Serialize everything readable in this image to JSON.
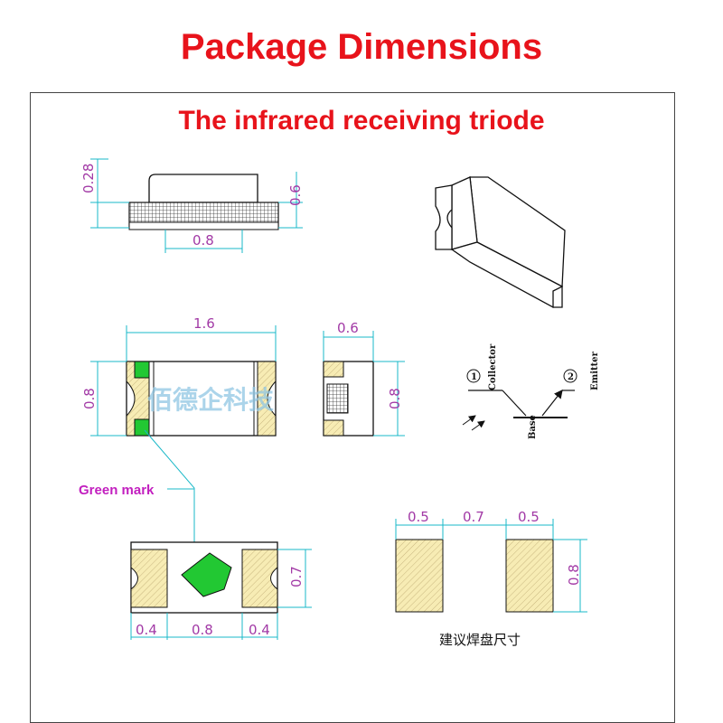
{
  "header": {
    "title": "Package Dimensions",
    "subtitle": "The infrared receiving triode"
  },
  "side_view": {
    "dim_height_top": "0.28",
    "dim_height_total": "0.6",
    "dim_bottom_pad": "0.8"
  },
  "top_view": {
    "dim_length": "1.6",
    "dim_width": "0.8",
    "watermark": "佰德企科技"
  },
  "end_view": {
    "dim_width": "0.6",
    "dim_height": "0.8"
  },
  "schematic": {
    "pin1_number": "1",
    "pin1_label": "Collector",
    "pin2_number": "2",
    "pin2_label": "Emitter",
    "base_label": "Base"
  },
  "green_mark": {
    "label": "Green mark",
    "color": "#22c833"
  },
  "bottom_view": {
    "dim_pad_left": "0.4",
    "dim_center": "0.8",
    "dim_pad_right": "0.4",
    "dim_height": "0.7"
  },
  "pad_layout": {
    "dim_pad_left": "0.5",
    "dim_gap": "0.7",
    "dim_pad_right": "0.5",
    "dim_height": "0.8",
    "caption": "建议焊盘尺寸"
  },
  "colors": {
    "title_red": "#e8131b",
    "dimension_text": "#a23aa6",
    "dimension_line": "#19b8c8",
    "pad_fill": "#f7ecb4"
  }
}
